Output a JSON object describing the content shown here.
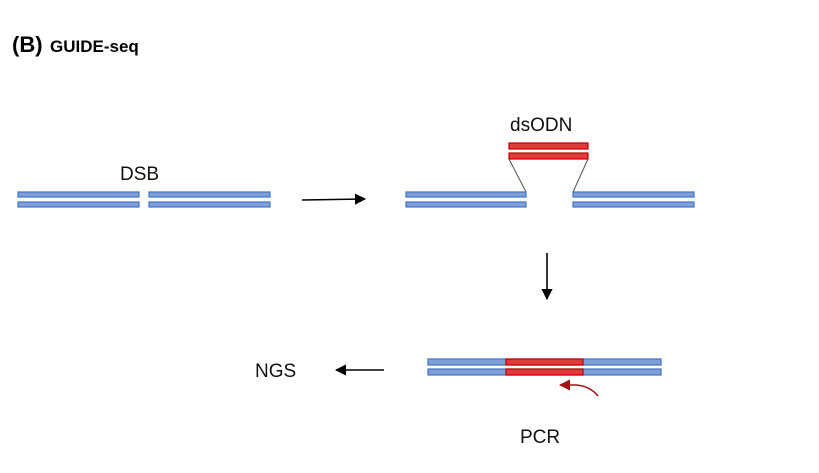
{
  "figure": {
    "panel_label": "(B)",
    "method_title": "GUIDE-seq"
  },
  "labels": {
    "dsb": "DSB",
    "dsodn": "dsODN",
    "ngs": "NGS",
    "pcr": "PCR"
  },
  "colors": {
    "dna_strand": "#4472C4",
    "dna_fill": "#7F9FD9",
    "odn_strand": "#C00000",
    "odn_fill": "#E03A3A",
    "arrow": "#000000",
    "primer_arrow": "#A31515"
  }
}
